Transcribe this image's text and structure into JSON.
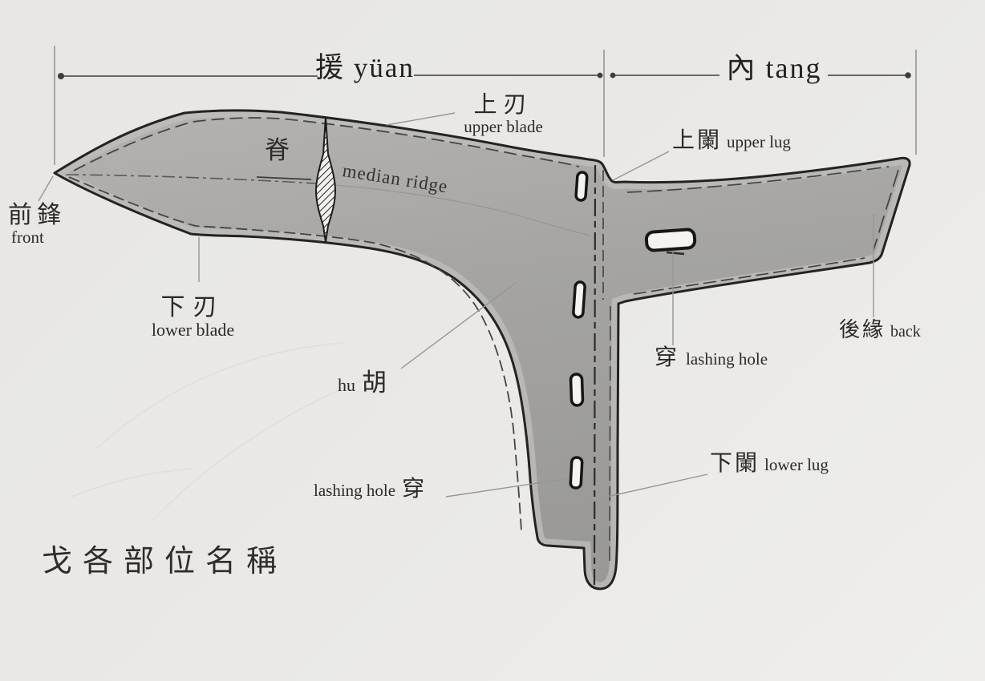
{
  "diagram": {
    "title": "戈各部位名稱",
    "dimensions": {
      "yuan": "援 yüan",
      "tang": "內 tang"
    },
    "parts": {
      "front": {
        "cjk": "前鋒",
        "en": "front"
      },
      "upper_blade": {
        "cjk": "上刃",
        "en": "upper blade"
      },
      "median_ridge": {
        "cjk": "脊",
        "en": "median ridge"
      },
      "upper_lug": {
        "cjk": "上闌",
        "en": "upper lug"
      },
      "lower_blade": {
        "cjk": "下刃",
        "en": "lower blade"
      },
      "hu": {
        "cjk": "胡",
        "en": "hu"
      },
      "lashing_hole_hu": {
        "cjk": "穿",
        "en": "lashing hole"
      },
      "lashing_hole_tang": {
        "cjk": "穿",
        "en": "lashing hole"
      },
      "back": {
        "cjk": "後緣",
        "en": "back"
      },
      "lower_lug": {
        "cjk": "下闌",
        "en": "lower lug"
      }
    },
    "colors": {
      "background": "#e9e8e6",
      "background_light": "#efeeec",
      "bronze_fill": "#a6a5a3",
      "bronze_edge_band": "#bfbebc",
      "bronze_dark": "#999896",
      "outline": "#232321",
      "slot_fill": "#f4f3f1",
      "leader_line": "#979694",
      "dimension_line": "#3e3d3b",
      "text": "#2b2a28"
    }
  }
}
